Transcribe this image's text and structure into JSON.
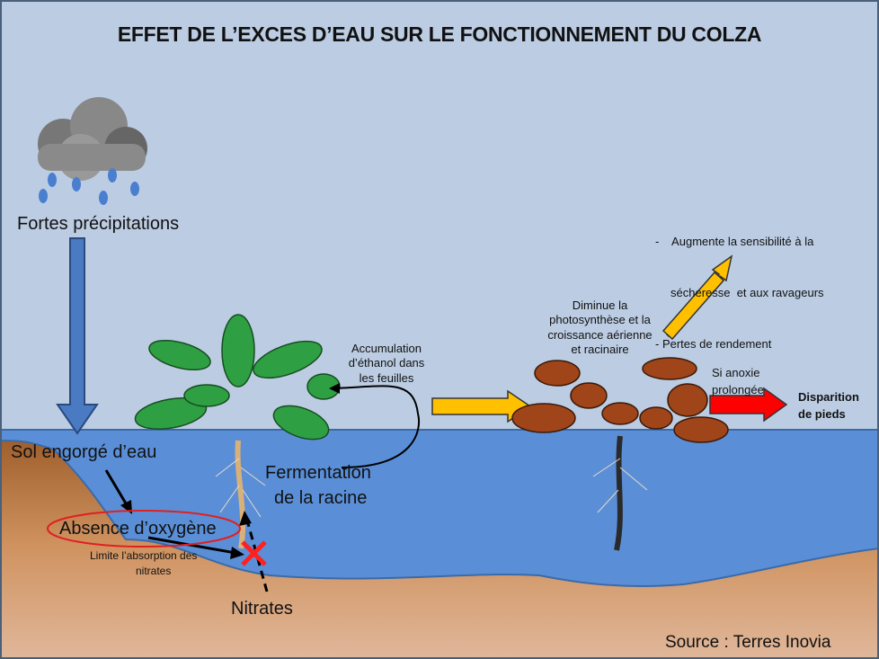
{
  "title": "EFFET DE L’EXCES D’EAU SUR LE FONCTIONNEMENT DU COLZA",
  "labels": {
    "rain": "Fortes précipitations",
    "soil": "Sol engorgé d’eau",
    "oxygen": "Absence d’oxygène",
    "nitrate_limit_1": "Limite l’absorption des",
    "nitrate_limit_2": "nitrates",
    "nitrates": "Nitrates",
    "fermentation_1": "Fermentation",
    "fermentation_2": "de la racine",
    "ethanol_1": "Accumulation",
    "ethanol_2": "d’éthanol dans",
    "ethanol_3": "les feuilles",
    "photo_1": "Diminue la",
    "photo_2": "photosynthèse et la",
    "photo_3": "croissance aérienne",
    "photo_4": "et racinaire",
    "effects_1": "-    Augmente la sensibilité à la",
    "effects_2": "sécheresse  et aux ravageurs",
    "effects_3": "- Pertes de rendement",
    "anoxia_1": "Si anoxie",
    "anoxia_2": "prolongée",
    "death_1": "Disparition",
    "death_2": "de pieds",
    "source": "Source : Terres Inovia"
  },
  "colors": {
    "sky": "#bccde3",
    "water": "#5a8fd8",
    "soil": "#c98d5c",
    "yellow": "#ffc000",
    "red": "#ff0000",
    "leaf_green": "#2ea043",
    "leaf_brown": "#a0441a"
  }
}
